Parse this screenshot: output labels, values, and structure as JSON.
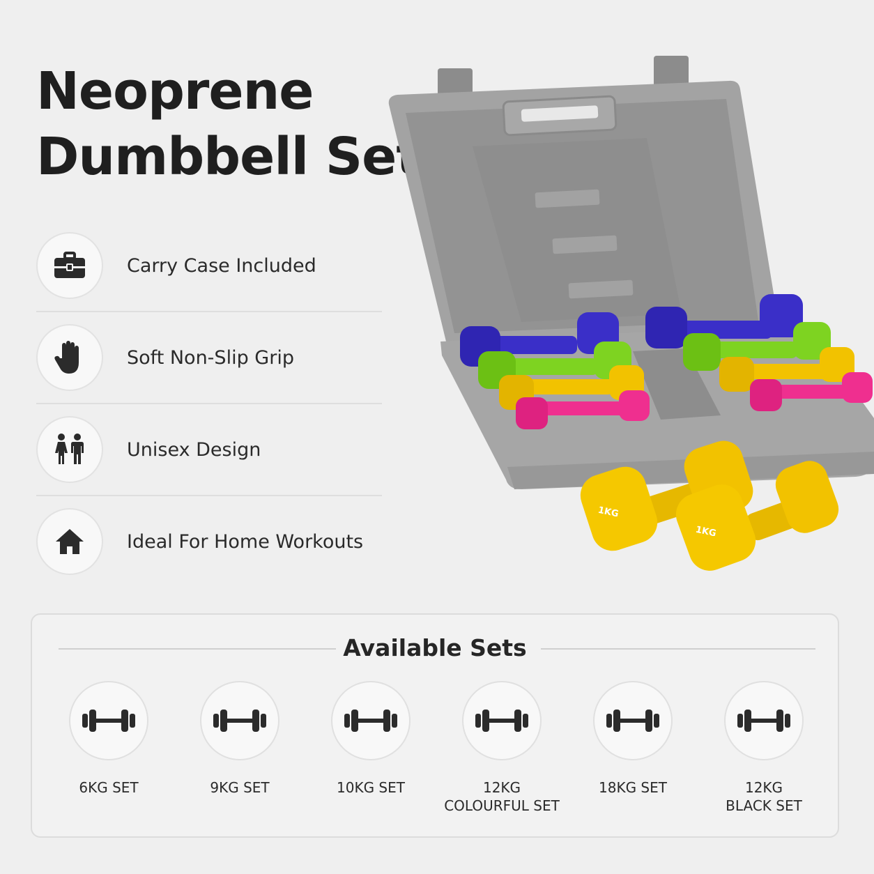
{
  "title": {
    "line1": "Neoprene",
    "line2": "Dumbbell Set"
  },
  "features": [
    {
      "icon": "briefcase-icon",
      "label": "Carry Case Included"
    },
    {
      "icon": "hand-icon",
      "label": "Soft Non-Slip Grip"
    },
    {
      "icon": "people-icon",
      "label": "Unisex Design"
    },
    {
      "icon": "home-icon",
      "label": "Ideal For Home Workouts"
    }
  ],
  "product": {
    "dumbbell_marking": "1KG"
  },
  "sets": {
    "title": "Available Sets",
    "items": [
      {
        "icon": "dumbbell-icon",
        "label": "6KG SET"
      },
      {
        "icon": "dumbbell-icon",
        "label": "9KG SET"
      },
      {
        "icon": "dumbbell-icon",
        "label": "10KG SET"
      },
      {
        "icon": "dumbbell-icon",
        "label": "12KG\nCOLOURFUL SET"
      },
      {
        "icon": "dumbbell-icon",
        "label": "18KG SET"
      },
      {
        "icon": "dumbbell-icon",
        "label": "12KG\nBLACK SET"
      }
    ]
  },
  "colors": {
    "case": "#9a9a9a",
    "blue": "#3a2fc8",
    "green": "#7ed321",
    "yellow": "#f2c200",
    "pink": "#ef2f8f"
  }
}
